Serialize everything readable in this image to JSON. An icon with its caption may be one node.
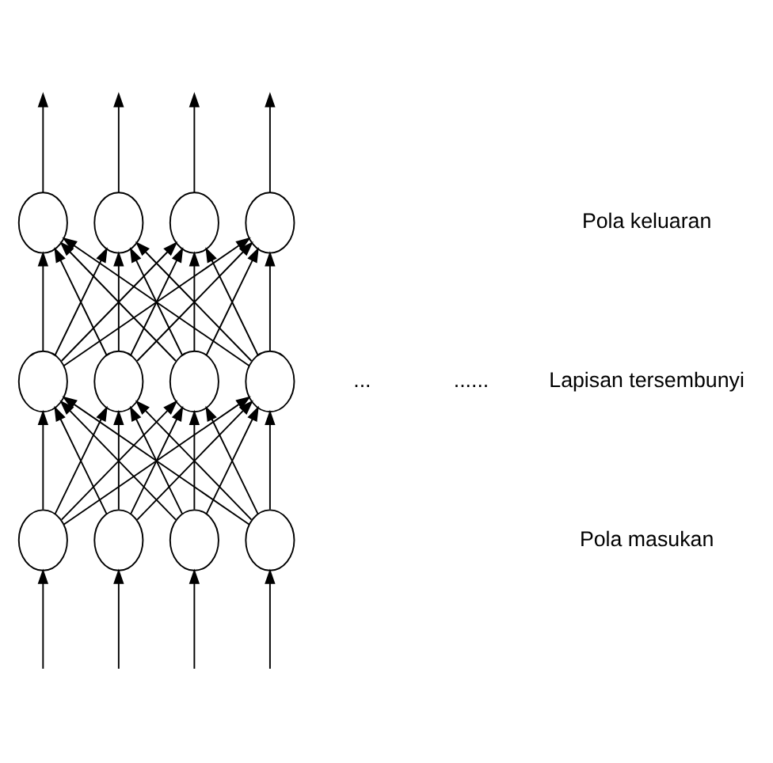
{
  "diagram": {
    "nodes": [
      {
        "text": [],
        "shape": "circle"
      },
      {
        "text": [],
        "shape": "circle"
      },
      {
        "text": [],
        "shape": "circle"
      },
      {
        "text": [],
        "shape": "circle"
      },
      {
        "text": [],
        "shape": "circle"
      },
      {
        "text": [],
        "shape": "circle"
      },
      {
        "text": [],
        "shape": "circle"
      },
      {
        "text": [],
        "shape": "circle"
      },
      {
        "text": [],
        "shape": "circle"
      },
      {
        "text": [],
        "shape": "circle"
      },
      {
        "text": [],
        "shape": "circle"
      },
      {
        "text": [],
        "shape": "circle"
      }
    ],
    "edges": [
      {
        "from": null,
        "to": 8,
        "arrow": "to"
      },
      {
        "from": null,
        "to": 9,
        "arrow": "to"
      },
      {
        "from": null,
        "to": 10,
        "arrow": "to"
      },
      {
        "from": null,
        "to": 11,
        "arrow": "to"
      },
      {
        "from": 8,
        "to": 4,
        "arrow": "to"
      },
      {
        "from": 8,
        "to": 5,
        "arrow": "to"
      },
      {
        "from": 8,
        "to": 6,
        "arrow": "to"
      },
      {
        "from": 8,
        "to": 7,
        "arrow": "to"
      },
      {
        "from": 9,
        "to": 4,
        "arrow": "to"
      },
      {
        "from": 9,
        "to": 5,
        "arrow": "to"
      },
      {
        "from": 9,
        "to": 6,
        "arrow": "to"
      },
      {
        "from": 9,
        "to": 7,
        "arrow": "to"
      },
      {
        "from": 10,
        "to": 4,
        "arrow": "to"
      },
      {
        "from": 10,
        "to": 5,
        "arrow": "to"
      },
      {
        "from": 10,
        "to": 6,
        "arrow": "to"
      },
      {
        "from": 10,
        "to": 7,
        "arrow": "to"
      },
      {
        "from": 11,
        "to": 4,
        "arrow": "to"
      },
      {
        "from": 11,
        "to": 5,
        "arrow": "to"
      },
      {
        "from": 11,
        "to": 6,
        "arrow": "to"
      },
      {
        "from": 11,
        "to": 7,
        "arrow": "to"
      },
      {
        "from": 4,
        "to": 0,
        "arrow": "to"
      },
      {
        "from": 4,
        "to": 1,
        "arrow": "to"
      },
      {
        "from": 4,
        "to": 2,
        "arrow": "to"
      },
      {
        "from": 4,
        "to": 3,
        "arrow": "to"
      },
      {
        "from": 5,
        "to": 0,
        "arrow": "to"
      },
      {
        "from": 5,
        "to": 1,
        "arrow": "to"
      },
      {
        "from": 5,
        "to": 2,
        "arrow": "to"
      },
      {
        "from": 5,
        "to": 3,
        "arrow": "to"
      },
      {
        "from": 6,
        "to": 0,
        "arrow": "to"
      },
      {
        "from": 6,
        "to": 1,
        "arrow": "to"
      },
      {
        "from": 6,
        "to": 2,
        "arrow": "to"
      },
      {
        "from": 6,
        "to": 3,
        "arrow": "to"
      },
      {
        "from": 7,
        "to": 0,
        "arrow": "to"
      },
      {
        "from": 7,
        "to": 1,
        "arrow": "to"
      },
      {
        "from": 7,
        "to": 2,
        "arrow": "to"
      },
      {
        "from": 7,
        "to": 3,
        "arrow": "to"
      },
      {
        "from": 0,
        "to": null,
        "arrow": "to"
      },
      {
        "from": 1,
        "to": null,
        "arrow": "to"
      },
      {
        "from": 2,
        "to": null,
        "arrow": "to"
      },
      {
        "from": 3,
        "to": null,
        "arrow": "to"
      }
    ],
    "labels": [
      "Pola keluaran",
      "...",
      "......",
      "Lapisan tersembunyi",
      "Pola masukan"
    ]
  }
}
